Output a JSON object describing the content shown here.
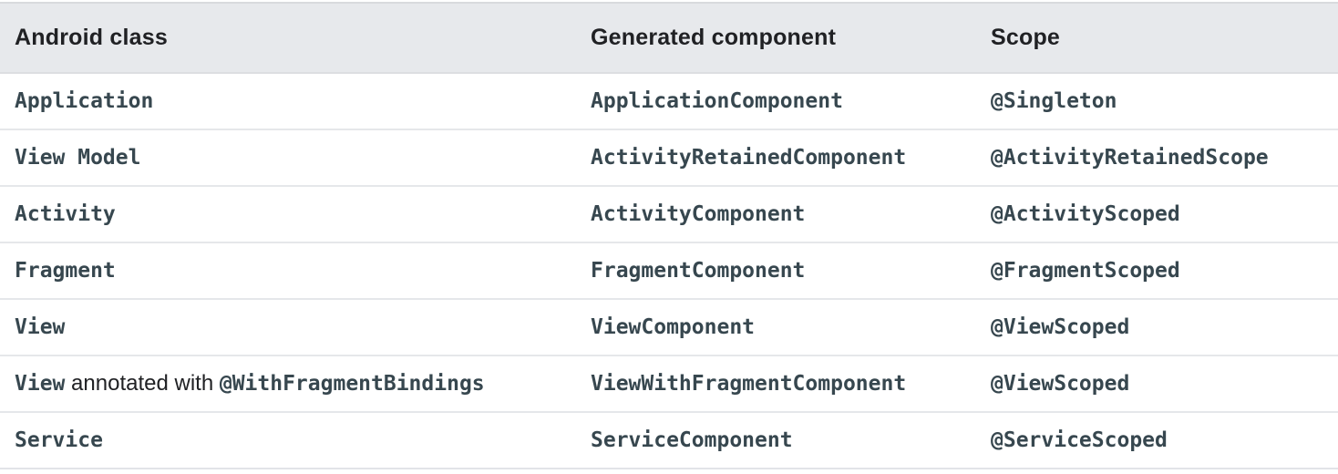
{
  "table": {
    "columns": [
      {
        "label": "Android class"
      },
      {
        "label": "Generated component"
      },
      {
        "label": "Scope"
      }
    ],
    "rows": [
      {
        "android_class": [
          {
            "text": "Application",
            "code": true
          }
        ],
        "component": "ApplicationComponent",
        "scope": "@Singleton"
      },
      {
        "android_class": [
          {
            "text": "View Model",
            "code": true
          }
        ],
        "component": "ActivityRetainedComponent",
        "scope": "@ActivityRetainedScope"
      },
      {
        "android_class": [
          {
            "text": "Activity",
            "code": true
          }
        ],
        "component": "ActivityComponent",
        "scope": "@ActivityScoped"
      },
      {
        "android_class": [
          {
            "text": "Fragment",
            "code": true
          }
        ],
        "component": "FragmentComponent",
        "scope": "@FragmentScoped"
      },
      {
        "android_class": [
          {
            "text": "View",
            "code": true
          }
        ],
        "component": "ViewComponent",
        "scope": "@ViewScoped"
      },
      {
        "android_class": [
          {
            "text": "View",
            "code": true
          },
          {
            "text": " annotated with ",
            "code": false
          },
          {
            "text": "@WithFragmentBindings",
            "code": true
          }
        ],
        "component": "ViewWithFragmentComponent",
        "scope": "@ViewScoped"
      },
      {
        "android_class": [
          {
            "text": "Service",
            "code": true
          }
        ],
        "component": "ServiceComponent",
        "scope": "@ServiceScoped"
      }
    ],
    "colors": {
      "header_background": "#e7e9ec",
      "header_text": "#202124",
      "code_text": "#37474f",
      "row_divider": "#e5e7ea",
      "table_top_border": "#d8dadd"
    }
  }
}
